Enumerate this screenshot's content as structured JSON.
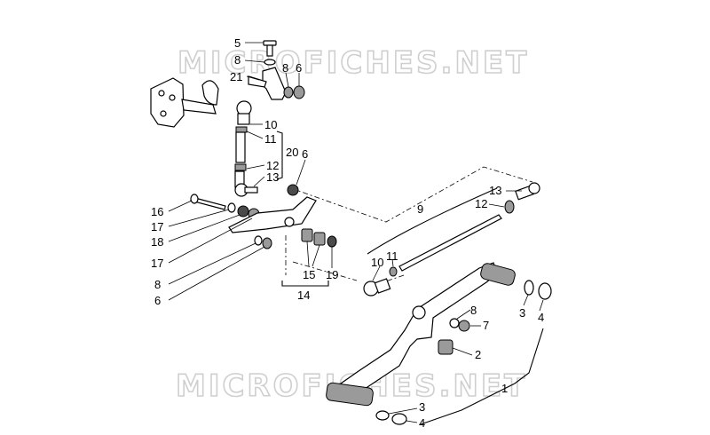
{
  "watermark": {
    "text": "MICROFICHES.NET"
  },
  "callouts": [
    {
      "id": "c5",
      "text": "5"
    },
    {
      "id": "c8a",
      "text": "8"
    },
    {
      "id": "c21",
      "text": "21"
    },
    {
      "id": "c8b",
      "text": "8"
    },
    {
      "id": "c6a",
      "text": "6"
    },
    {
      "id": "c10a",
      "text": "10"
    },
    {
      "id": "c11a",
      "text": "11"
    },
    {
      "id": "c20",
      "text": "20"
    },
    {
      "id": "c12a",
      "text": "12"
    },
    {
      "id": "c13a",
      "text": "13"
    },
    {
      "id": "c6b",
      "text": "6"
    },
    {
      "id": "c16",
      "text": "16"
    },
    {
      "id": "c17a",
      "text": "17"
    },
    {
      "id": "c18",
      "text": "18"
    },
    {
      "id": "c17b",
      "text": "17"
    },
    {
      "id": "c8c",
      "text": "8"
    },
    {
      "id": "c6c",
      "text": "6"
    },
    {
      "id": "c15",
      "text": "15"
    },
    {
      "id": "c19",
      "text": "19"
    },
    {
      "id": "c14",
      "text": "14"
    },
    {
      "id": "c9",
      "text": "9"
    },
    {
      "id": "c13b",
      "text": "13"
    },
    {
      "id": "c12b",
      "text": "12"
    },
    {
      "id": "c10b",
      "text": "10"
    },
    {
      "id": "c11b",
      "text": "11"
    },
    {
      "id": "c3a",
      "text": "3"
    },
    {
      "id": "c4a",
      "text": "4"
    },
    {
      "id": "c8d",
      "text": "8"
    },
    {
      "id": "c7",
      "text": "7"
    },
    {
      "id": "c2",
      "text": "2"
    },
    {
      "id": "c1",
      "text": "1"
    },
    {
      "id": "c3b",
      "text": "3"
    },
    {
      "id": "c4b",
      "text": "4"
    }
  ]
}
